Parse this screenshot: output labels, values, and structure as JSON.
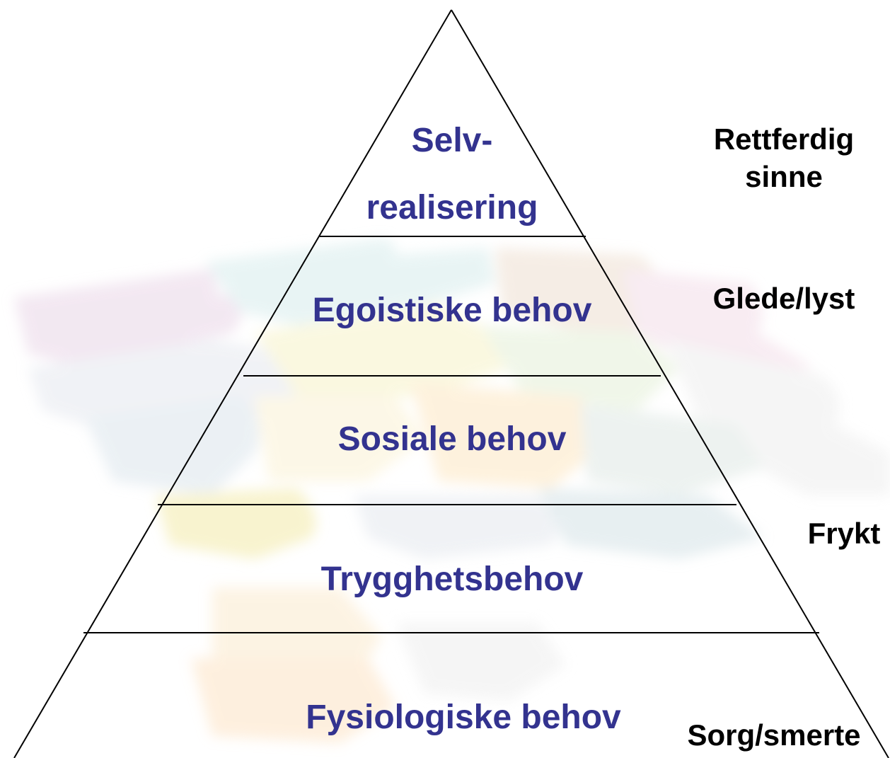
{
  "colors": {
    "level_text": "#33338f",
    "emotion_text": "#000000",
    "outline": "#000000",
    "background": "#ffffff"
  },
  "pyramid": {
    "levels": [
      {
        "line1": "Selv-",
        "line2": "realisering"
      },
      {
        "label": "Egoistiske behov"
      },
      {
        "label": "Sosiale behov"
      },
      {
        "label": "Trygghetsbehov"
      },
      {
        "label": "Fysiologiske behov"
      }
    ]
  },
  "emotions": {
    "rettferdig_line1": "Rettferdig",
    "rettferdig_line2": "sinne",
    "glede": "Glede/lyst",
    "frykt": "Frykt",
    "sorg": "Sorg/smerte"
  },
  "background_image": {
    "icon": "puzzle-pieces-watermark"
  }
}
